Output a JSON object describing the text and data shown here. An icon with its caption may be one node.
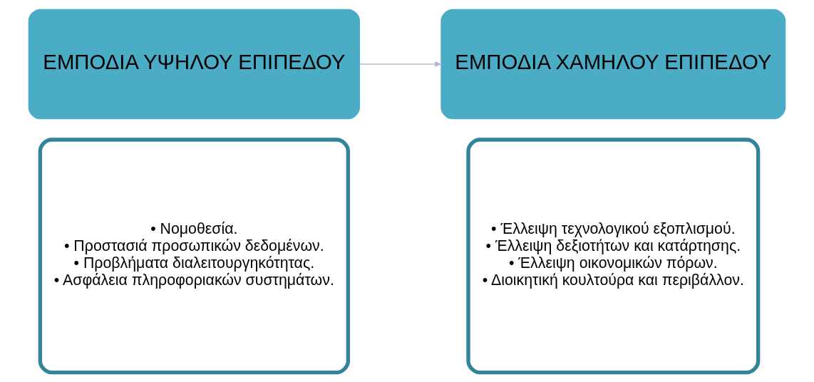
{
  "diagram": {
    "nodes": [
      {
        "text": [
          "ΕΜΠΟΔΙΑ ΥΨΗΛΟΥ ΕΠΙΠΕΔΟΥ"
        ]
      },
      {
        "text": [
          "• Νομοθεσία.",
          "• Προστασιά προσωπικών δεδομένων.",
          "• Προβλήματα διαλειτουργηκότητας.",
          "• Ασφάλεια πληροφοριακών συστημάτων."
        ]
      },
      {
        "text": [
          "ΕΜΠΟΔΙΑ ΧΑΜΗΛΟΥ ΕΠΙΠΕΔΟΥ"
        ]
      },
      {
        "text": [
          "• Έλλειψη τεχνολογικού εξοπλισμού.",
          "• Έλλειψη δεξιοτήτων και κατάρτησης.",
          "• Έλλειψη οικονομικών πόρων.",
          "• Διοικητική κουλτούρα και περιβάλλον."
        ]
      }
    ],
    "edges": [
      {
        "from": 0,
        "to": 2,
        "arrow": "to",
        "color": "#b8b8d8"
      }
    ]
  }
}
